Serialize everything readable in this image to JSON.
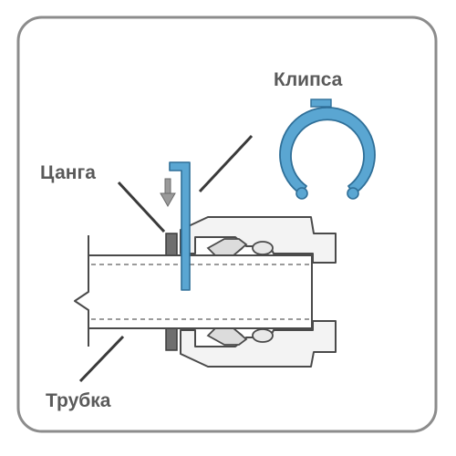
{
  "labels": {
    "clip": "Клипса",
    "collet": "Цанга",
    "tube": "Трубка"
  },
  "colors": {
    "frame": "#8c8c8c",
    "outline": "#4a4a4a",
    "label": "#5a5a5a",
    "clip_fill": "#5aa6d2",
    "clip_stroke": "#2f6f98",
    "fitting_fill": "#f3f3f3",
    "oring_fill": "#e8e8e8",
    "arrow_fill": "#9a9a9a"
  },
  "icons": {
    "insert_arrow": "down-arrow-icon"
  }
}
